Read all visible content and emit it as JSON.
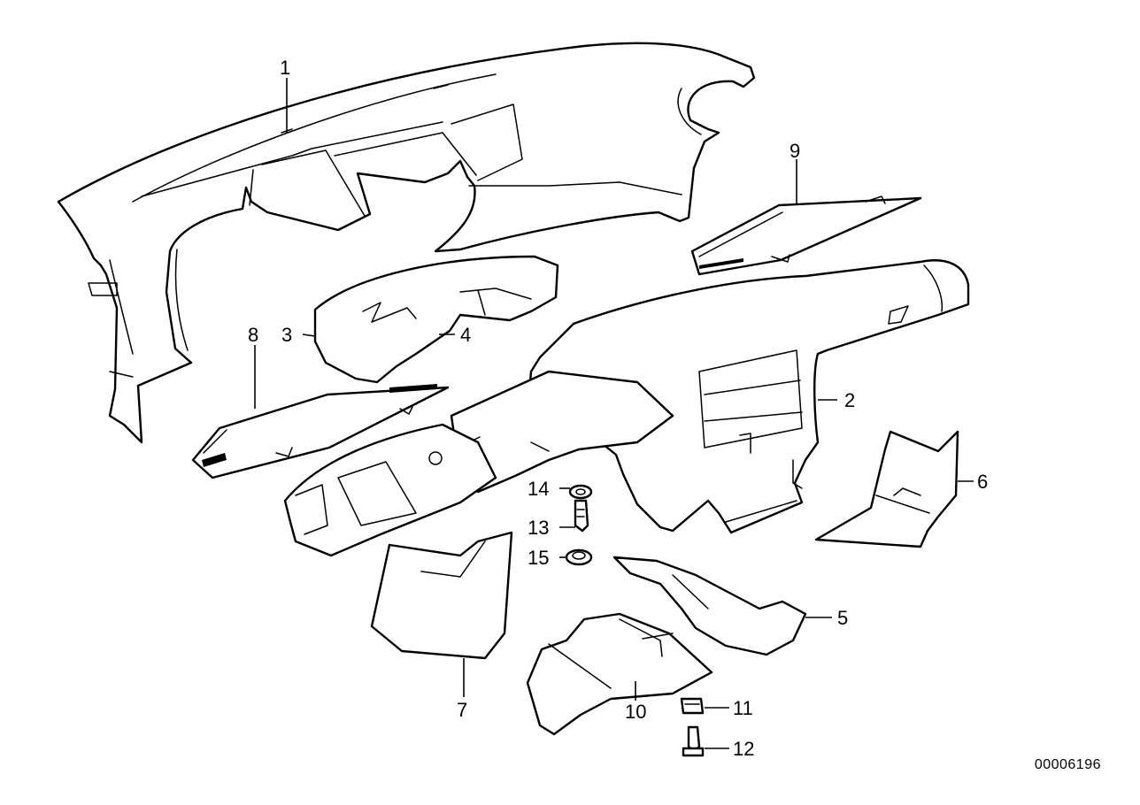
{
  "diagram": {
    "drawing_number": "00006196",
    "parts": [
      {
        "id": "part-1",
        "label": "1"
      },
      {
        "id": "part-2",
        "label": "2"
      },
      {
        "id": "part-3",
        "label": "3"
      },
      {
        "id": "part-4",
        "label": "4"
      },
      {
        "id": "part-5",
        "label": "5"
      },
      {
        "id": "part-6",
        "label": "6"
      },
      {
        "id": "part-7",
        "label": "7"
      },
      {
        "id": "part-8",
        "label": "8"
      },
      {
        "id": "part-9",
        "label": "9"
      },
      {
        "id": "part-10",
        "label": "10"
      },
      {
        "id": "part-11",
        "label": "11"
      },
      {
        "id": "part-12",
        "label": "12"
      },
      {
        "id": "part-13",
        "label": "13"
      },
      {
        "id": "part-14",
        "label": "14"
      },
      {
        "id": "part-15",
        "label": "15"
      }
    ]
  }
}
